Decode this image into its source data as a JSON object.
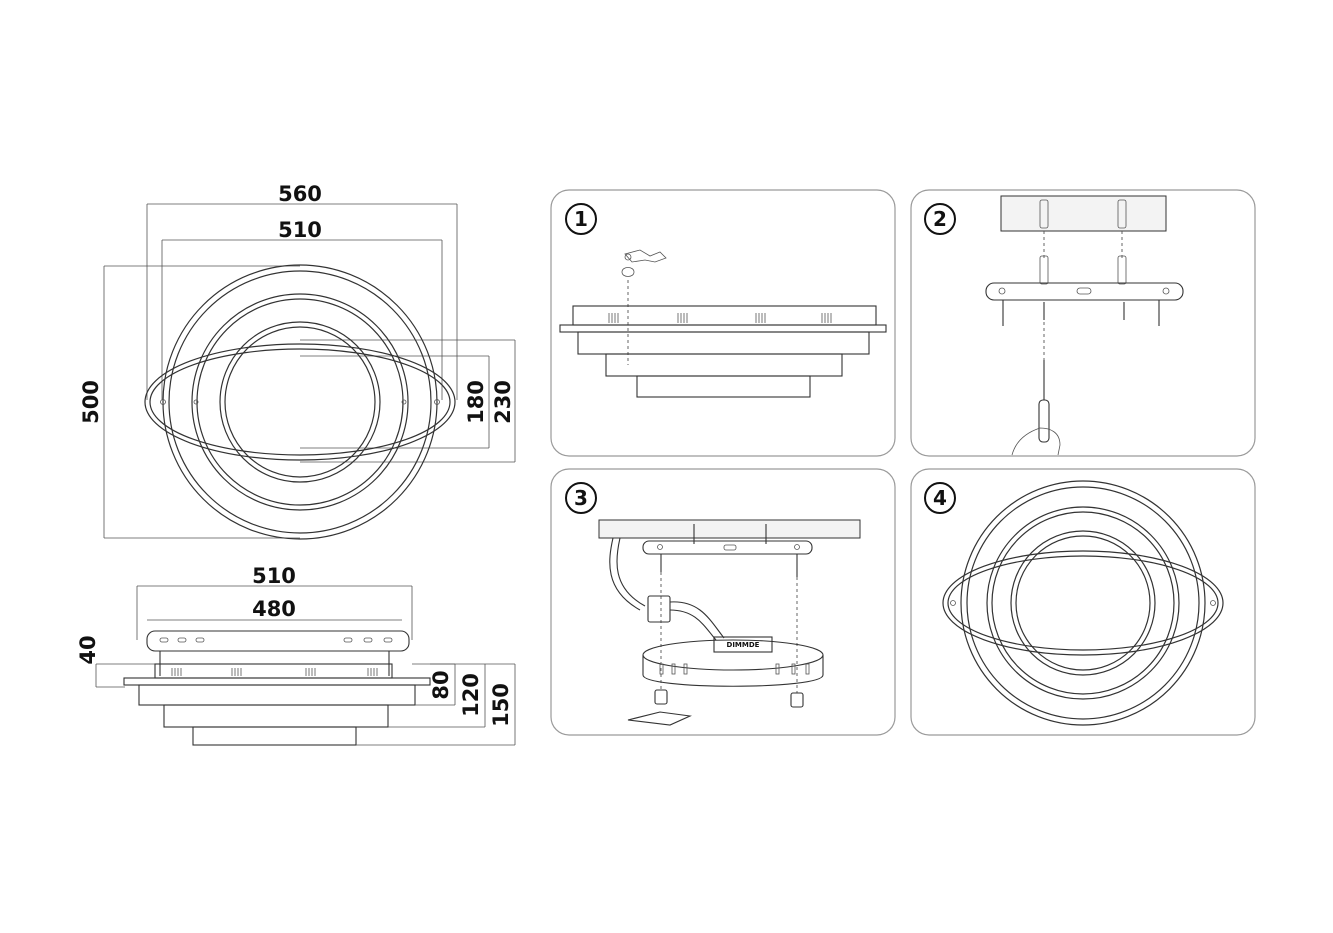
{
  "top_view": {
    "width_outer": "560",
    "width_inner": "510",
    "height_outer": "500",
    "depth_inner": "180",
    "depth_outer": "230"
  },
  "side_view": {
    "width_outer": "510",
    "width_inner": "480",
    "plate_height": "40",
    "h1": "80",
    "h2": "120",
    "h3": "150"
  },
  "steps": [
    {
      "number": "1"
    },
    {
      "number": "2"
    },
    {
      "number": "3",
      "driver_label": "DIMMDE"
    },
    {
      "number": "4"
    }
  ]
}
